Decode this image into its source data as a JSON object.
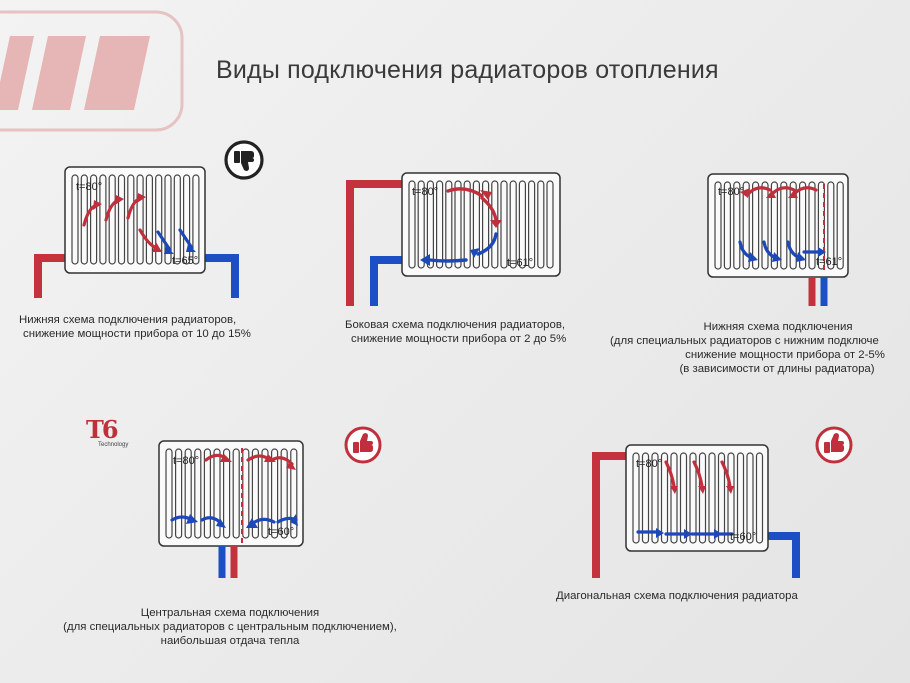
{
  "title": "Виды подключения радиаторов отопления",
  "brand": {
    "badge_text": "T6",
    "badge_sub": "Technology"
  },
  "colors": {
    "hot": "#c0303c",
    "cold": "#1c48b8",
    "pipe_red": "#c4323e",
    "pipe_blue": "#1d4fc4"
  },
  "schemes": [
    {
      "id": "bottom",
      "rating_icon": "thumbs-down-icon",
      "temp_in": "t=80°",
      "temp_out": "t=65°",
      "caption": [
        "Нижняя схема подключения радиаторов,",
        "снижение мощности прибора от 10 до 15%"
      ]
    },
    {
      "id": "side",
      "temp_in": "t=80°",
      "temp_out": "t=61°",
      "caption": [
        "Боковая схема подключения радиаторов,",
        "снижение мощности прибора от 2 до 5%"
      ]
    },
    {
      "id": "bottom-special",
      "temp_in": "t=80°",
      "temp_out": "t=61°",
      "caption": [
        "Нижняя схема подключения",
        "(для специальных радиаторов с нижним подключе",
        "снижение мощности прибора от 2-5%",
        "(в зависимости от длины радиатора)"
      ]
    },
    {
      "id": "central",
      "rating_icon": "thumbs-up-icon",
      "temp_in": "t=80°",
      "temp_out": "t=60°",
      "caption": [
        "Центральная схема подключения",
        "(для специальных радиаторов с центральным подключением),",
        "наибольшая отдача тепла"
      ]
    },
    {
      "id": "diagonal",
      "rating_icon": "thumbs-up-icon",
      "temp_in": "t=80°",
      "temp_out": "t=60°",
      "caption": [
        "Диагональная схема подключения радиатора"
      ]
    }
  ]
}
